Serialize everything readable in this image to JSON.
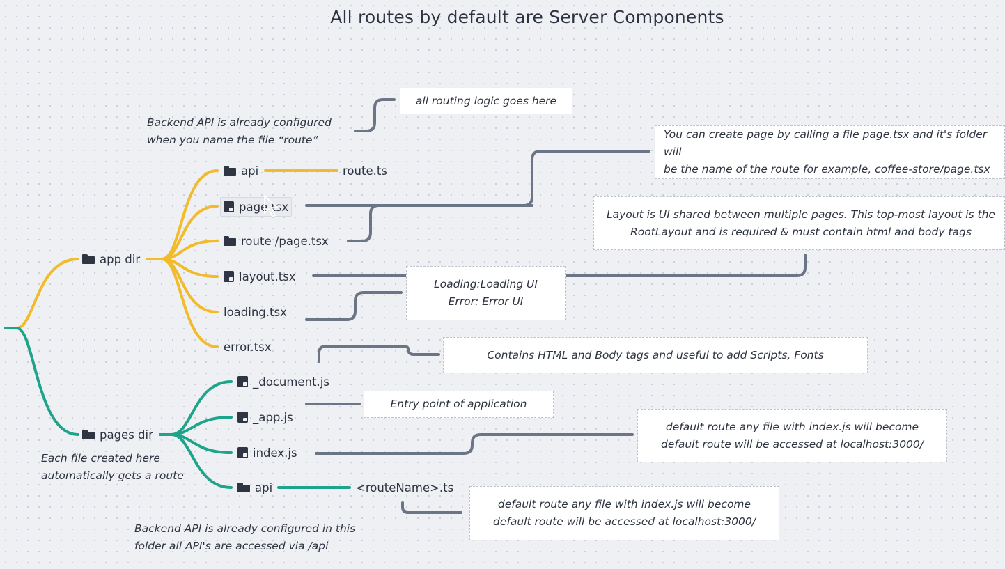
{
  "title": "All routes by default are Server Components",
  "colors": {
    "app_branch": "#f2bb2c",
    "pages_branch": "#1fa38a",
    "arrow": "#6b7585",
    "text": "#2d3340"
  },
  "app_dir": {
    "label": "app dir",
    "children": {
      "api": "api",
      "route_ts": "route.ts",
      "page": "page.tsx",
      "route_page": "route /page.tsx",
      "layout": "layout.tsx",
      "loading": "loading.tsx",
      "error": "error.tsx"
    }
  },
  "pages_dir": {
    "label": "pages dir",
    "children": {
      "document": "_document.js",
      "app": "_app.js",
      "index": "index.js",
      "api": "api",
      "route_name": "<routeName>.ts"
    }
  },
  "notes": {
    "backend_app": "Backend API is already configured\nwhen you name the file “route”",
    "each_file": "Each file created here\nautomatically gets a route",
    "backend_pages": "Backend API is already configured in this\nfolder all API's are accessed via /api"
  },
  "boxes": {
    "routing": "all routing logic goes here",
    "page": "You can create page by calling a file page.tsx and it's folder will\nbe the name of the route for example, coffee-store/page.tsx",
    "layout": "Layout is UI shared between multiple pages. This top-most layout is the\nRootLayout and is required & must contain html and body tags",
    "loading": "Loading:Loading UI\nError: Error UI",
    "document": "Contains HTML and Body tags and useful to add Scripts, Fonts",
    "entry": "Entry point of application",
    "index": "default route any file with index.js will become\ndefault route will be accessed at localhost:3000/",
    "api_route": "default route any file with index.js will become\ndefault route will be accessed at localhost:3000/"
  }
}
